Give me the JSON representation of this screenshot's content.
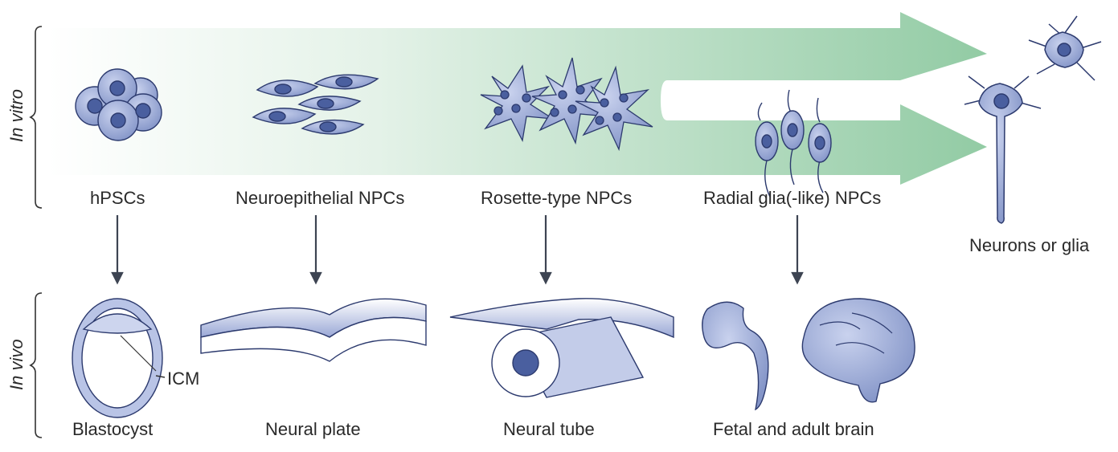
{
  "sections": {
    "in_vitro": "In vitro",
    "in_vivo": "In vivo"
  },
  "in_vitro_stages": {
    "hpsc": "hPSCs",
    "neuroepithelial": "Neuroepithelial NPCs",
    "rosette": "Rosette-type NPCs",
    "radial_glia": "Radial glia(-like) NPCs",
    "neurons": "Neurons or glia"
  },
  "in_vivo_stages": {
    "blastocyst": "Blastocyst",
    "icm": "ICM",
    "neural_plate": "Neural plate",
    "neural_tube": "Neural tube",
    "brain": "Fetal and adult brain"
  },
  "colors": {
    "cell_fill": "#8fa0cf",
    "cell_stroke": "#2c3a6e",
    "nucleus": "#4a5f9f",
    "arrow_green": "#9ccfae",
    "arrow_gray": "#3d4452"
  }
}
